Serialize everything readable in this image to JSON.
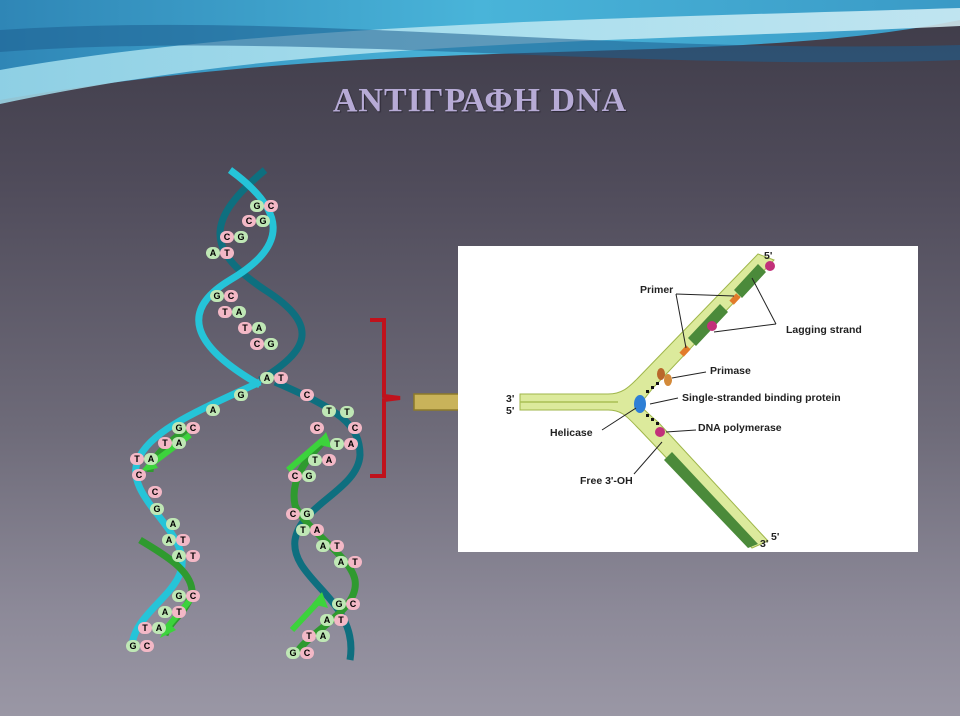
{
  "slide": {
    "title": "ΑΝΤΙΓΡΑΦΗ DNA"
  },
  "helix": {
    "pair_letters": [
      [
        "G",
        "C"
      ],
      [
        "C",
        "G"
      ],
      [
        "C",
        "G"
      ],
      [
        "A",
        "T"
      ],
      [
        "G",
        "C"
      ],
      [
        "T",
        "A"
      ],
      [
        "T",
        "A"
      ],
      [
        "C",
        "G"
      ],
      [
        "A",
        "T"
      ]
    ],
    "left_daughter_letters": [
      [
        "G",
        "C"
      ],
      [
        "T",
        "A"
      ],
      [
        "T",
        "A"
      ],
      [
        "C",
        ""
      ],
      [
        "C",
        ""
      ],
      [
        "G",
        ""
      ],
      [
        "A",
        ""
      ],
      [
        "A",
        "T"
      ],
      [
        "A",
        "T"
      ],
      [
        "G",
        "C"
      ],
      [
        "A",
        "T"
      ],
      [
        "T",
        "A"
      ],
      [
        "G",
        "C"
      ]
    ],
    "right_daughter_letters": [
      [
        "C",
        ""
      ],
      [
        "T",
        ""
      ],
      [
        "C",
        ""
      ],
      [
        "T",
        "A"
      ],
      [
        "T",
        "A"
      ],
      [
        "C",
        "G"
      ],
      [
        "C",
        "G"
      ],
      [
        "T",
        "A"
      ],
      [
        "A",
        "T"
      ],
      [
        "A",
        "T"
      ],
      [
        "G",
        "C"
      ],
      [
        "A",
        "T"
      ],
      [
        "T",
        "A"
      ],
      [
        "G",
        "C"
      ]
    ],
    "free_letters": [
      "A",
      "G",
      "C",
      "T"
    ]
  },
  "fork": {
    "labels": {
      "five_prime_top": "5'",
      "primer": "Primer",
      "lagging_strand": "Lagging strand",
      "primase": "Primase",
      "three_prime_left": "3'",
      "five_prime_left": "5'",
      "ssb": "Single-stranded binding protein",
      "helicase": "Helicase",
      "dna_polymerase": "DNA polymerase",
      "free_oh": "Free 3'-OH",
      "three_prime_bottom": "3'",
      "five_prime_bottom": "5'"
    }
  },
  "colors": {
    "title": "#b7abd6",
    "backbone_cyan": "#25c4d8",
    "backbone_dark": "#0e6f7f",
    "new_strand_green": "#3cd33c",
    "base_pink": "#f3b8c6",
    "base_green": "#bfe7b5",
    "fork_light_green": "#cfe58a",
    "fork_dark_green": "#4b8a3a",
    "bracket_red": "#c0121c",
    "arrow_gold": "#c9b35a"
  }
}
